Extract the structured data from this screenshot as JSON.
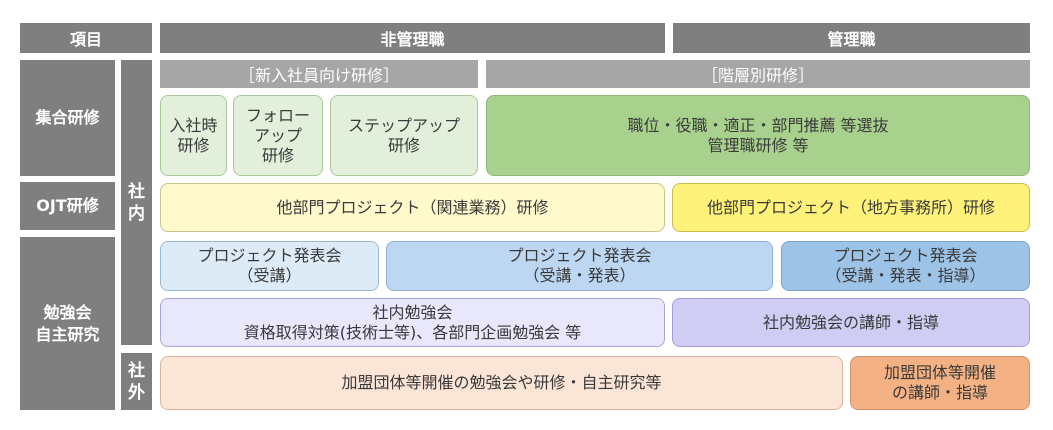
{
  "headers": {
    "item": "項目",
    "non_management": "非管理職",
    "management": "管理職"
  },
  "row_labels": {
    "group_training": "集合研修",
    "ojt": "OJT研修",
    "study": "勉強会\n自主研究"
  },
  "side_labels": {
    "internal": "社\n内",
    "external": "社\n外"
  },
  "sub_headers": {
    "new_hire": "［新入社員向け研修］",
    "tiered": "［階層別研修］"
  },
  "boxes": {
    "onboarding": "入社時\n研修",
    "followup": "フォロー\nアップ\n研修",
    "stepup": "ステップアップ\n研修",
    "selection": "職位・役職・適正・部門推薦 等選抜\n管理職研修 等",
    "ojt_related": "他部門プロジェクト（関連業務）研修",
    "ojt_regional": "他部門プロジェクト（地方事務所）研修",
    "pres_attend": "プロジェクト発表会\n（受講）",
    "pres_attend_present": "プロジェクト発表会\n（受講・発表）",
    "pres_attend_present_guide": "プロジェクト発表会\n（受講・発表・指導）",
    "internal_study": "社内勉強会\n資格取得対策(技術士等)、各部門企画勉強会 等",
    "internal_study_lecturer": "社内勉強会の講師・指導",
    "external_study": "加盟団体等開催の勉強会や研修・自主研究等",
    "external_lecturer": "加盟団体等開催\nの講師・指導"
  },
  "colors": {
    "header_gray": "#7f7f7f",
    "subheader_gray": "#a6a6a6",
    "light_green": "#e2efda",
    "green": "#a9d18e",
    "light_yellow": "#fff9cc",
    "yellow": "#fff27a",
    "light_blue": "#ddebf7",
    "mid_blue": "#bdd7f2",
    "blue": "#9dc3e6",
    "light_purple": "#e8e7fb",
    "purple": "#cfcdf4",
    "light_orange": "#fbe5d6",
    "orange": "#f4b183"
  }
}
